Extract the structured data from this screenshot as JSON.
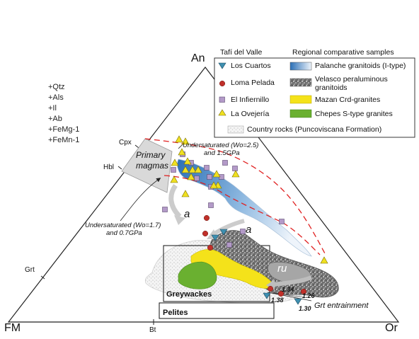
{
  "apices": {
    "top": "An",
    "left": "FM",
    "right": "Or"
  },
  "tick_labels": {
    "cpx": "Cpx",
    "hbl": "Hbl",
    "grt": "Grt",
    "bt": "Bt"
  },
  "phases": [
    "+Qtz",
    "+Als",
    "+Il",
    "+Ab",
    "+FeMg-1",
    "+FeMn-1"
  ],
  "legend": {
    "title_left": "Tafí del Valle",
    "title_right": "Regional comparative samples",
    "samples": [
      "Los Cuartos",
      "Loma Pelada",
      "El Infiernillo",
      "La Ovejería"
    ],
    "regional": [
      "Palanche granitoids (I-type)",
      "Velasco peraluminous",
      "granitoids",
      "Mazan Crd-granites",
      "Chepes S-type granites"
    ],
    "country_rocks": "Country rocks (Puncoviscana Formation)"
  },
  "annotations": {
    "primary_magmas_1": "Primary",
    "primary_magmas_2": "magmas",
    "undersat_high_1": "Undersaturated (Wo=2.5)",
    "undersat_high_2": "and 1.5GPa",
    "undersat_low_1": "Undersaturated (Wo=1.7)",
    "undersat_low_2": "and 0.7GPa",
    "a": "a",
    "ru": "ru",
    "greywackes": "Greywackes",
    "pelites": "Pelites",
    "grt_entrainment": "Grt entrainment",
    "v134": "1.34",
    "v138": "1.38",
    "v126": "1.26",
    "v130": "1.30"
  },
  "colors": {
    "los_cuartos": "#3e8fb0",
    "loma_pelada": "#c0302a",
    "el_infiernillo": "#b39ac8",
    "la_ovejeria": "#f0e020",
    "palanche": "#3a7fc4",
    "mazan": "#f4e21a",
    "chepes": "#6ab030",
    "velasco": "#8a8a8a",
    "dashed": "#e02020"
  }
}
